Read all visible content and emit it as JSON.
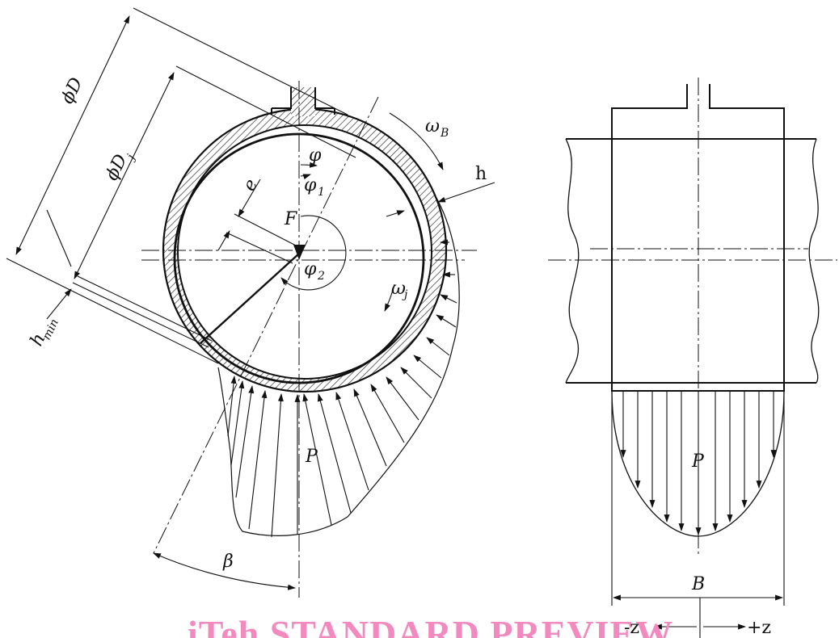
{
  "labels": {
    "phiD": "ϕD",
    "phiDj_main": "ϕD",
    "phiDj_sub": "j",
    "e": "e",
    "F": "F",
    "phi": "φ",
    "phi1_main": "φ",
    "phi1_sub": "1",
    "phi2_main": "φ",
    "phi2_sub": "2",
    "omegaB_main": "ω",
    "omegaB_sub": "B",
    "omegaJ_main": "ω",
    "omegaJ_sub": "j",
    "h": "h",
    "hmin_main": "h",
    "hmin_sub": "min",
    "P_left": "P",
    "P_right": "P",
    "beta": "β",
    "B": "B",
    "minus_z": "-z",
    "plus_z": "+z"
  },
  "watermark": "iTeh STANDARD PREVIEW",
  "colors": {
    "line": "#111111",
    "watermark": "#f28ac0"
  }
}
